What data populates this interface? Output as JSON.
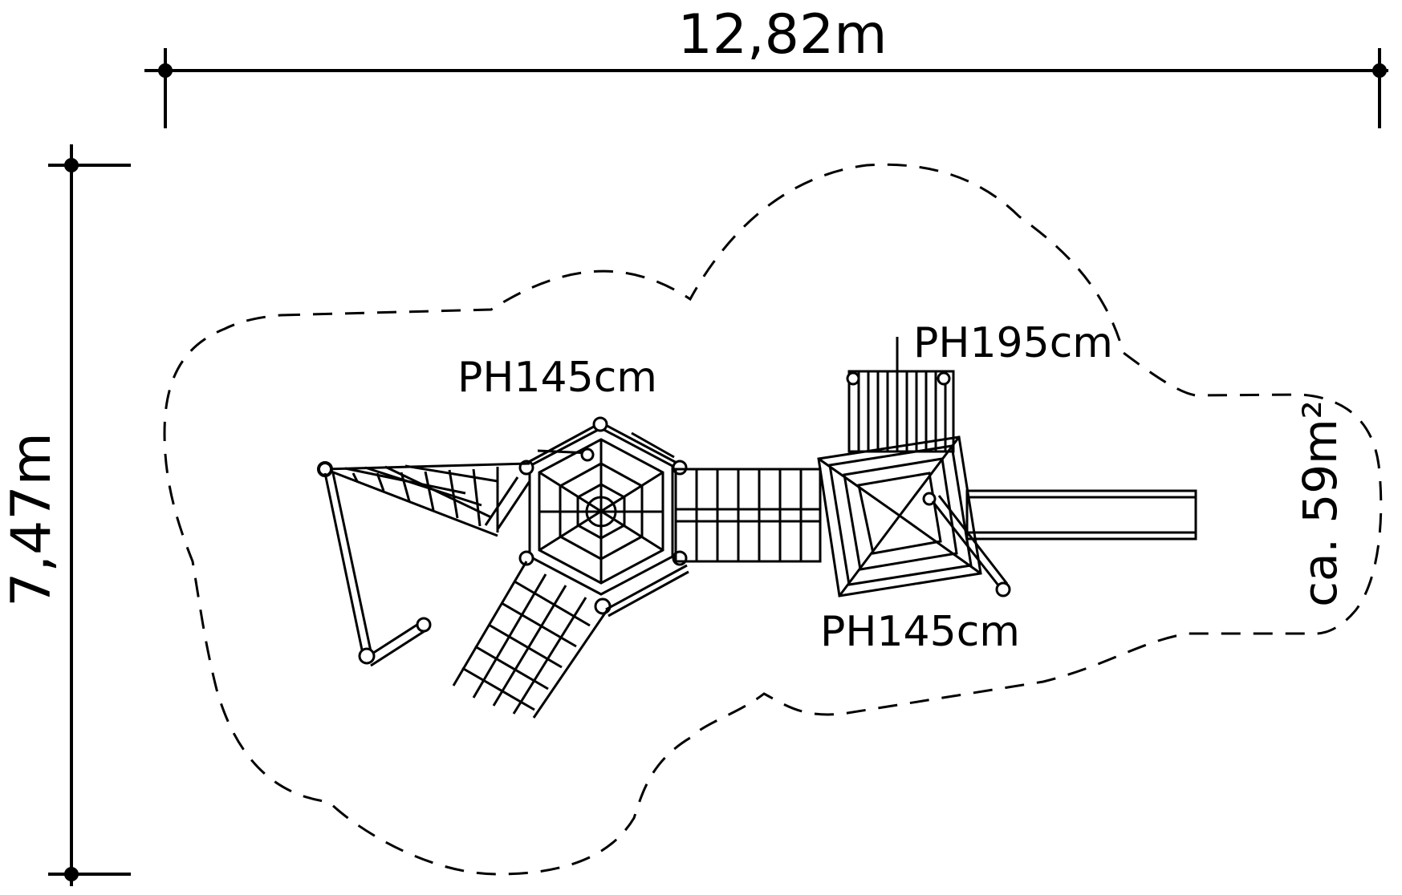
{
  "dimensions": {
    "width_label": "12,82m",
    "depth_label": "7,47m",
    "area_label": "ca. 59m²"
  },
  "platform_labels": {
    "hex_tower": "PH145cm",
    "high_tower": "PH195cm",
    "roof_tower": "PH145cm"
  },
  "style": {
    "line_color": "#000000",
    "background": "#ffffff"
  }
}
